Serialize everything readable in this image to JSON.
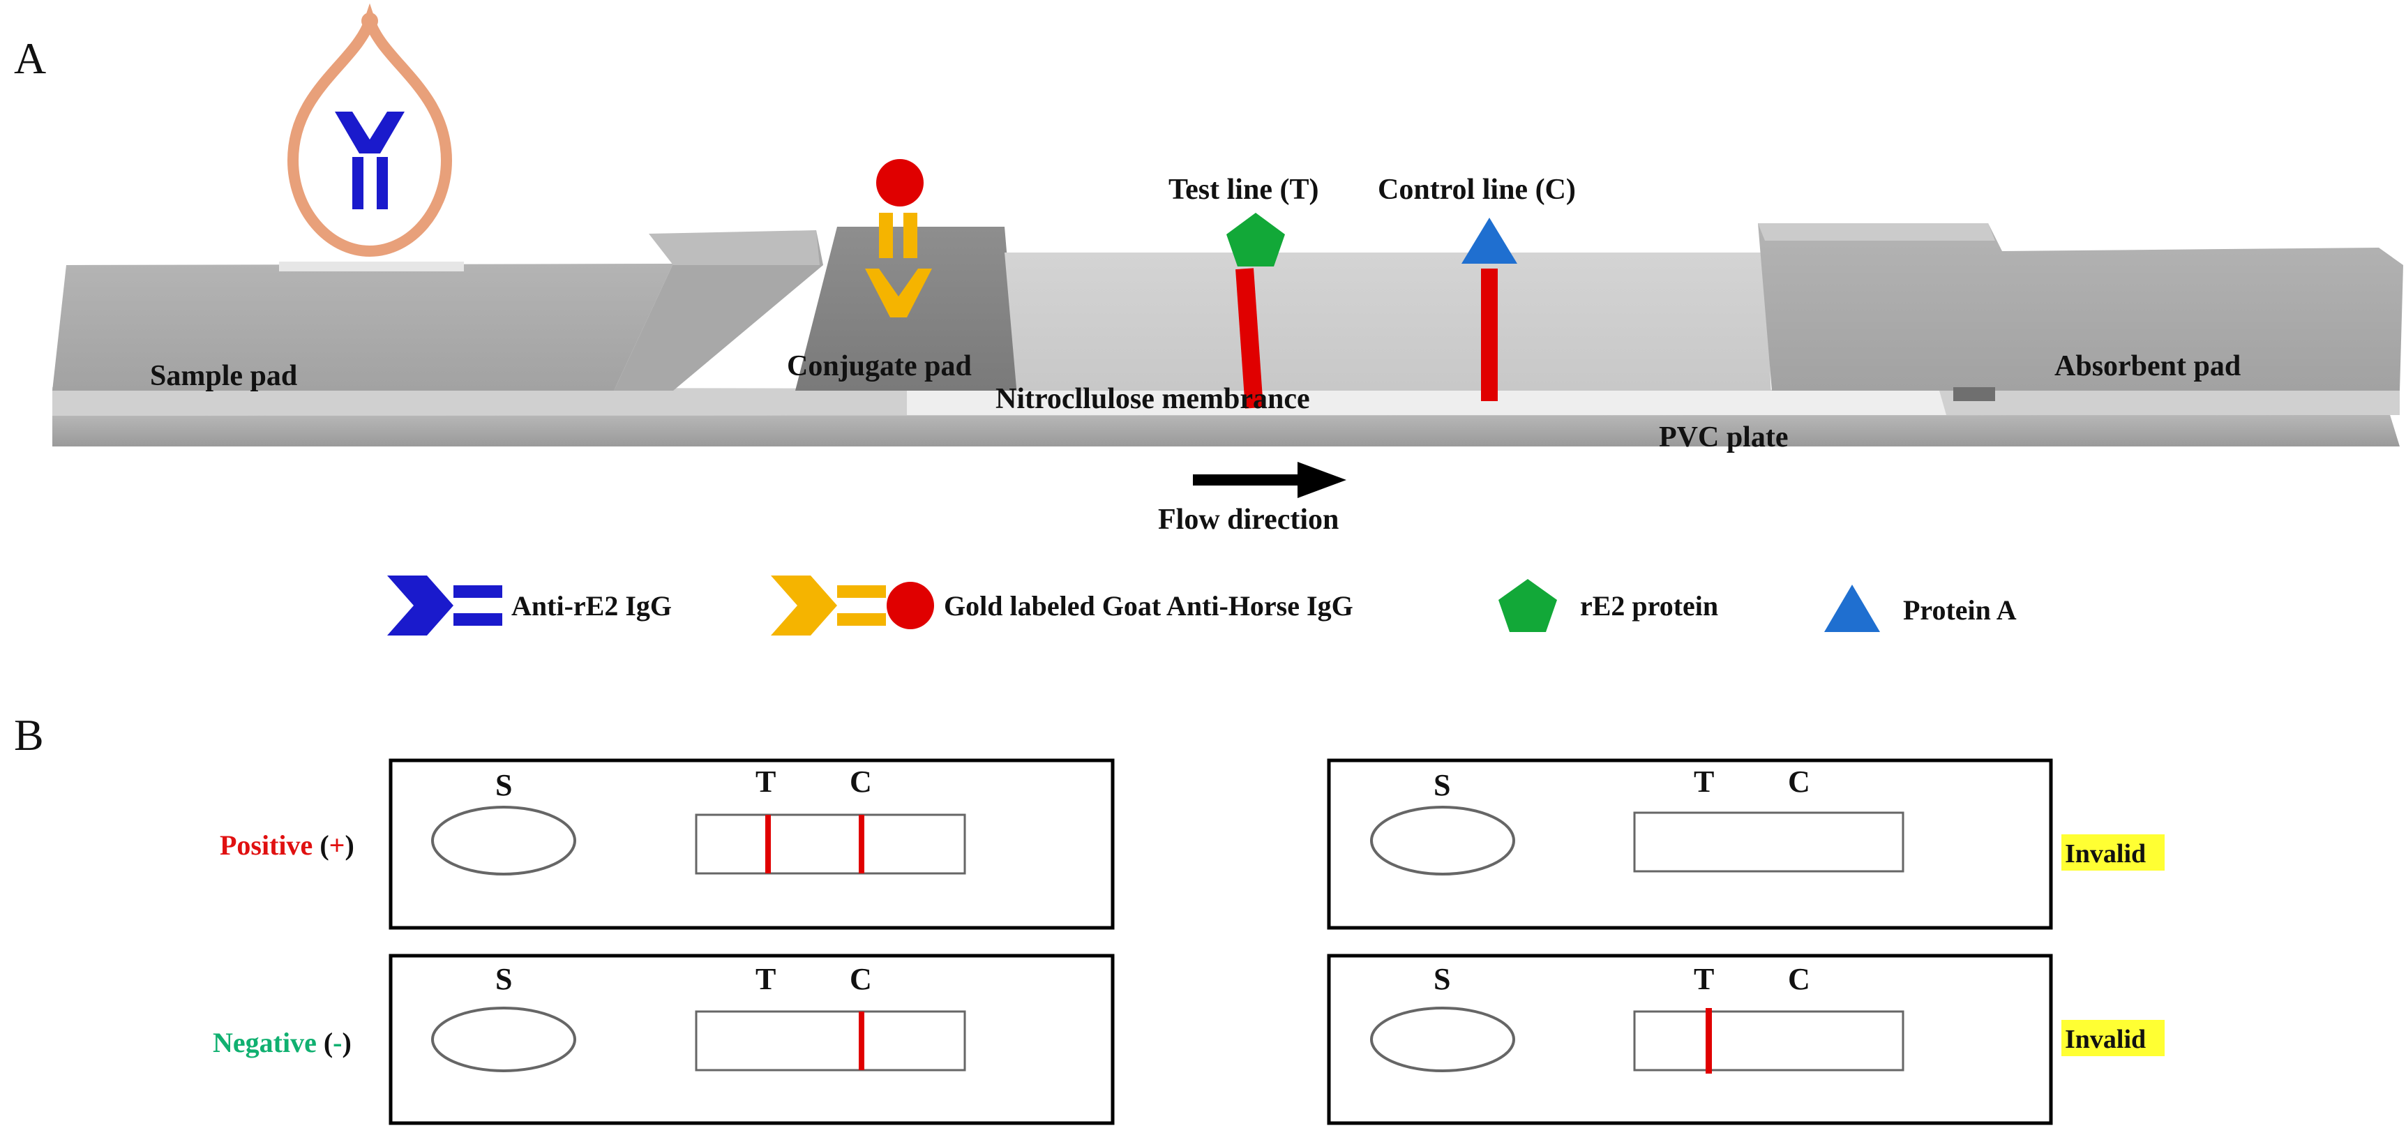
{
  "panel_a": {
    "label": "A",
    "strip": {
      "sample_pad": "Sample pad",
      "conjugate_pad": "Conjugate pad",
      "membrane": "Nitrocllulose membrance",
      "test_line": "Test line (T)",
      "control_line": "Control line (C)",
      "absorbent_pad": "Absorbent pad",
      "pvc_plate": "PVC plate",
      "flow": "Flow direction"
    },
    "legend": [
      {
        "icon": "antibody-icon",
        "label": "Anti-rE2 IgG"
      },
      {
        "icon": "gold-antibody-icon",
        "label": "Gold labeled Goat Anti-Horse IgG"
      },
      {
        "icon": "pentagon-icon",
        "label": "rE2 protein"
      },
      {
        "icon": "triangle-icon",
        "label": "Protein A"
      }
    ]
  },
  "panel_b": {
    "label": "B",
    "letters": {
      "s": "S",
      "t": "T",
      "c": "C"
    },
    "positive": {
      "word": "Positive",
      "sign": "+"
    },
    "negative": {
      "word": "Negative",
      "sign": "-"
    },
    "invalid_top": "Invalid",
    "invalid_bottom": "Invalid"
  },
  "colors": {
    "blue": "#1a1acc",
    "gold": "#f5b400",
    "red": "#e00000",
    "green": "#12a838",
    "triangle": "#1f6fd0",
    "highlight": "#ffff33",
    "drop": "#e8a07a",
    "positive_text": "#e01010",
    "negative_text": "#10b070"
  }
}
